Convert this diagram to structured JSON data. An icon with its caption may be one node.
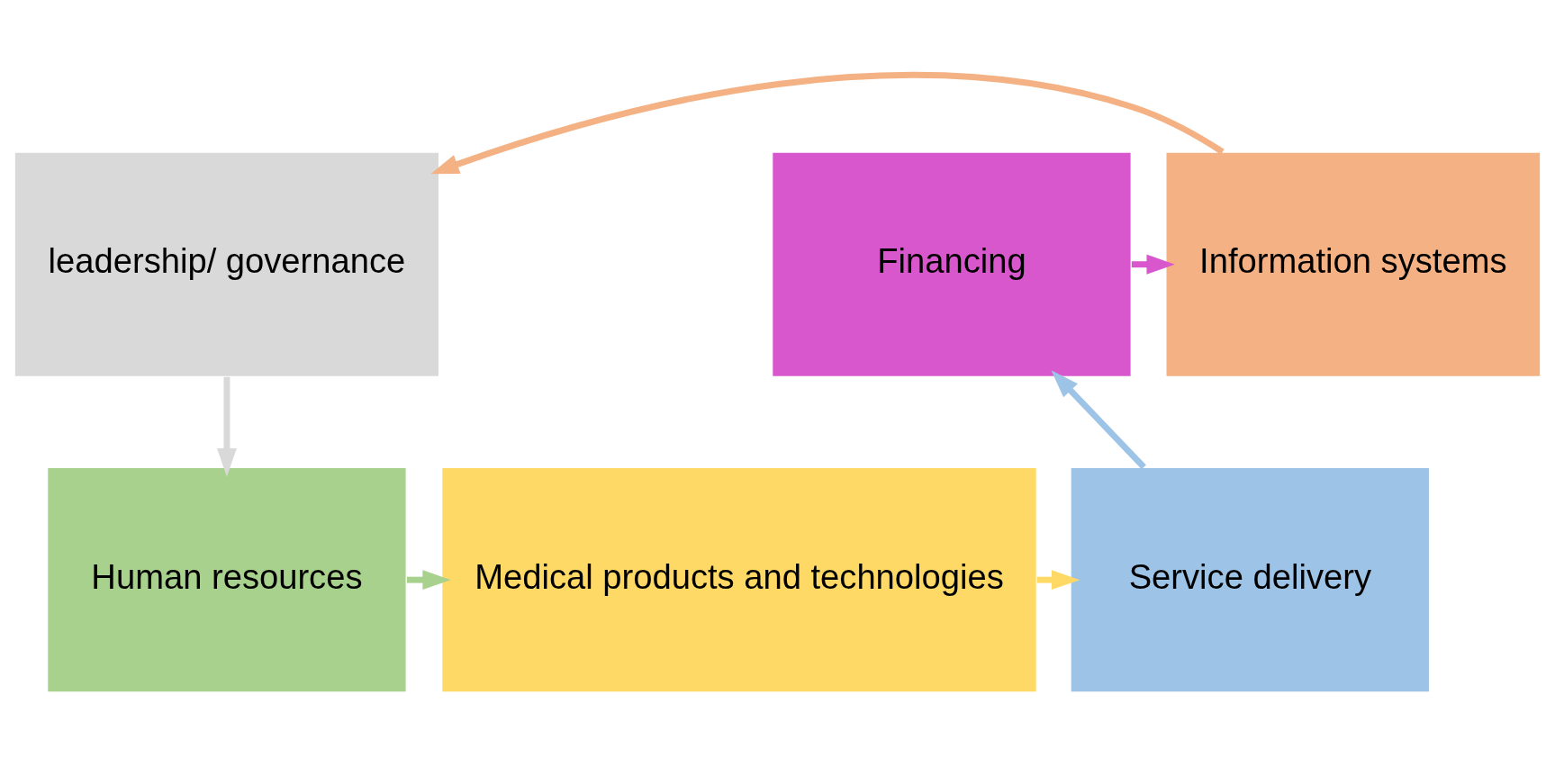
{
  "diagram": {
    "nodes": [
      {
        "text": [
          "leadership/ governance"
        ]
      },
      {
        "text": [
          "Information systems"
        ]
      },
      {
        "text": [
          "Financing"
        ]
      },
      {
        "text": [
          "Human resources"
        ]
      },
      {
        "text": [
          "Medical products and technologies"
        ]
      },
      {
        "text": [
          "Service delivery"
        ]
      }
    ],
    "edges": [
      {
        "from": 2,
        "to": 1,
        "arrow": "to",
        "color": "#d957cc"
      },
      {
        "from": 1,
        "to": 0,
        "arrow": "to",
        "color": "#f4b183"
      },
      {
        "from": 0,
        "to": 3,
        "arrow": "to",
        "color": "#d9d9d9"
      },
      {
        "from": 3,
        "to": 4,
        "arrow": "to",
        "color": "#a9d18e"
      },
      {
        "from": 4,
        "to": 5,
        "arrow": "to",
        "color": "#ffd966"
      },
      {
        "from": 5,
        "to": 2,
        "arrow": "to",
        "color": "#9dc3e6"
      }
    ]
  }
}
